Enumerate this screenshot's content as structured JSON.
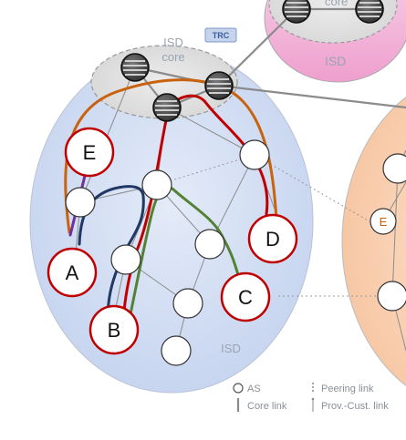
{
  "diagram": {
    "main_isd": {
      "core_label_line1": "ISD",
      "core_label_line2": "core",
      "trc_badge": "TRC",
      "isd_label": "ISD"
    },
    "right_isd": {
      "core_label": "core",
      "isd_label": "ISD",
      "node_label": "E"
    },
    "markers": [
      {
        "id": "E",
        "label": "E"
      },
      {
        "id": "A",
        "label": "A"
      },
      {
        "id": "B",
        "label": "B"
      },
      {
        "id": "C",
        "label": "C"
      },
      {
        "id": "D",
        "label": "D"
      }
    ],
    "path_colors": {
      "orange": "#c8620e",
      "red": "#c00000",
      "navy": "#1f3864",
      "green": "#548235",
      "purple": "#7030a0"
    }
  },
  "legend": {
    "as": "AS",
    "core_link": "Core link",
    "peering_link": "Peering link",
    "prov_cust_link": "Prov.-Cust. link"
  }
}
